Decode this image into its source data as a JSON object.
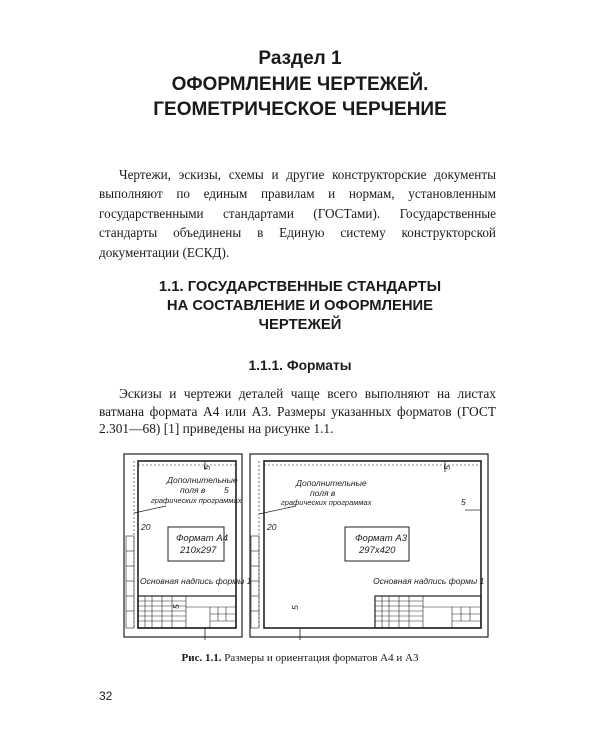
{
  "section": {
    "number": "Раздел 1",
    "title_line1": "ОФОРМЛЕНИЕ ЧЕРТЕЖЕЙ.",
    "title_line2": "ГЕОМЕТРИЧЕСКОЕ ЧЕРЧЕНИЕ"
  },
  "intro_paragraph": "Чертежи, эскизы, схемы и другие конструкторские документы выполняют по единым правилам и нормам, установленным государственными стандартами (ГОСТами). Государственные стандарты объединены в Единую систему конструкторской документации (ЕСКД).",
  "subsection": {
    "line1": "1.1. ГОСУДАРСТВЕННЫЕ СТАНДАРТЫ",
    "line2": "НА СОСТАВЛЕНИЕ И ОФОРМЛЕНИЕ",
    "line3": "ЧЕРТЕЖЕЙ"
  },
  "subsubsection": "1.1.1. Форматы",
  "formats_paragraph": "Эскизы и чертежи деталей чаще всего выполняют на листах ватмана формата А4 или А3. Размеры указанных форматов (ГОСТ 2.301—68) [1] приведены на рисунке 1.1.",
  "figure": {
    "a4": {
      "field_note_line1": "Дополнительные",
      "field_note_line2": "поля в",
      "field_note_line3": "графических программах",
      "format_label": "Формат А4",
      "format_size": "210x297",
      "title_block_note": "Основная надпись формы 1",
      "dim_left": "20",
      "dim_right": "5",
      "dim_top": "5",
      "dim_bottom": "5"
    },
    "a3": {
      "field_note_line1": "Дополнительные",
      "field_note_line2": "поля в",
      "field_note_line3": "графических программах",
      "format_label": "Формат А3",
      "format_size": "297x420",
      "title_block_note": "Основная надпись формы 1",
      "dim_left": "20",
      "dim_right": "5",
      "dim_top": "5",
      "dim_bottom": "5"
    },
    "caption_prefix": "Рис. 1.1.",
    "caption_text": " Размеры и ориентация форматов А4 и А3"
  },
  "page_number": "32"
}
